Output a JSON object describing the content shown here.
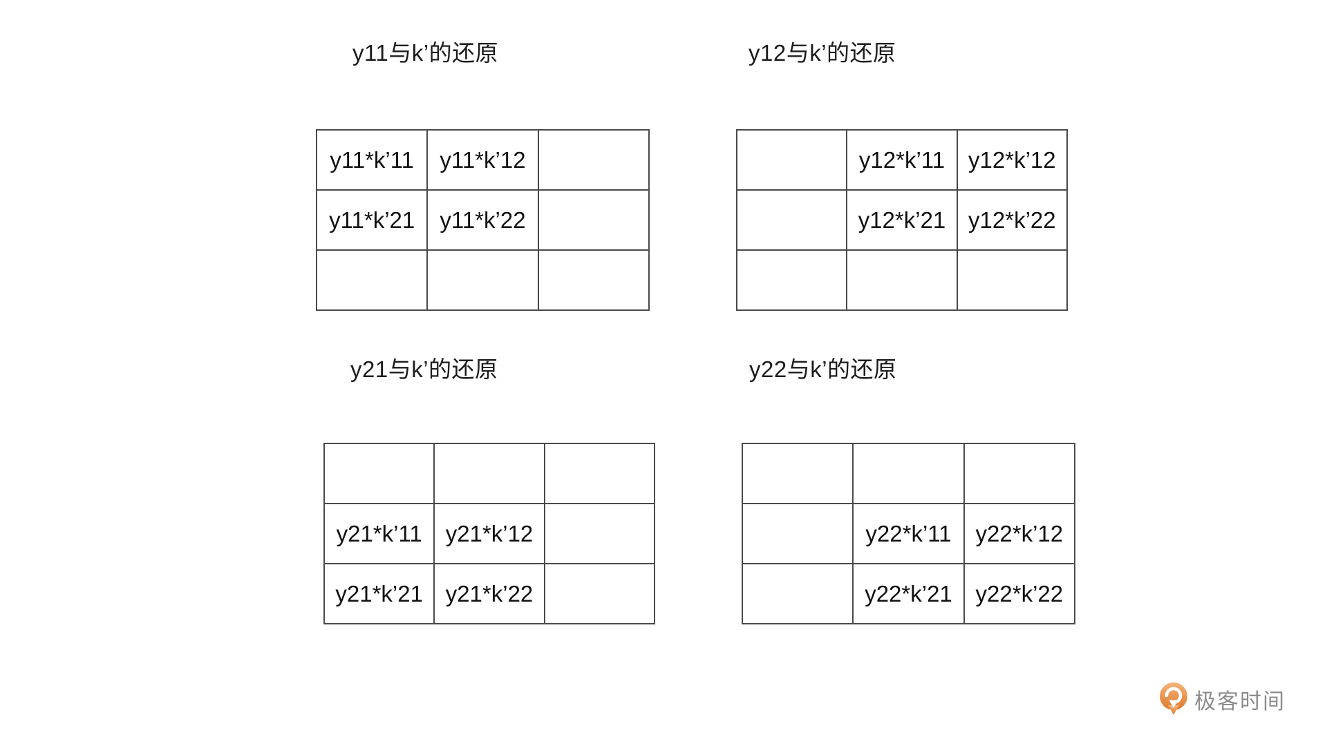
{
  "colors": {
    "background": "#ffffff",
    "table_border": "#4a4a4a",
    "cell_text": "#111111",
    "title_text": "#1c1c1c",
    "logo_text": "#8c8c8c",
    "logo_orange_top": "#f4b47c",
    "logo_orange_bottom": "#dd7a2e"
  },
  "panels": [
    {
      "title": "y11与k’的还原",
      "cells": [
        [
          "y11*k’11",
          "y11*k’12",
          ""
        ],
        [
          "y11*k’21",
          "y11*k’22",
          ""
        ],
        [
          "",
          "",
          ""
        ]
      ]
    },
    {
      "title": "y12与k’的还原",
      "cells": [
        [
          "",
          "y12*k’11",
          "y12*k’12"
        ],
        [
          "",
          "y12*k’21",
          "y12*k’22"
        ],
        [
          "",
          "",
          ""
        ]
      ]
    },
    {
      "title": "y21与k’的还原",
      "cells": [
        [
          "",
          "",
          ""
        ],
        [
          "y21*k’11",
          "y21*k’12",
          ""
        ],
        [
          "y21*k’21",
          "y21*k’22",
          ""
        ]
      ]
    },
    {
      "title": "y22与k’的还原",
      "cells": [
        [
          "",
          "",
          ""
        ],
        [
          "",
          "y22*k’11",
          "y22*k’12"
        ],
        [
          "",
          "y22*k’21",
          "y22*k’22"
        ]
      ]
    }
  ],
  "logo": {
    "icon": "geektime-pin-icon",
    "text": "极客时间"
  }
}
